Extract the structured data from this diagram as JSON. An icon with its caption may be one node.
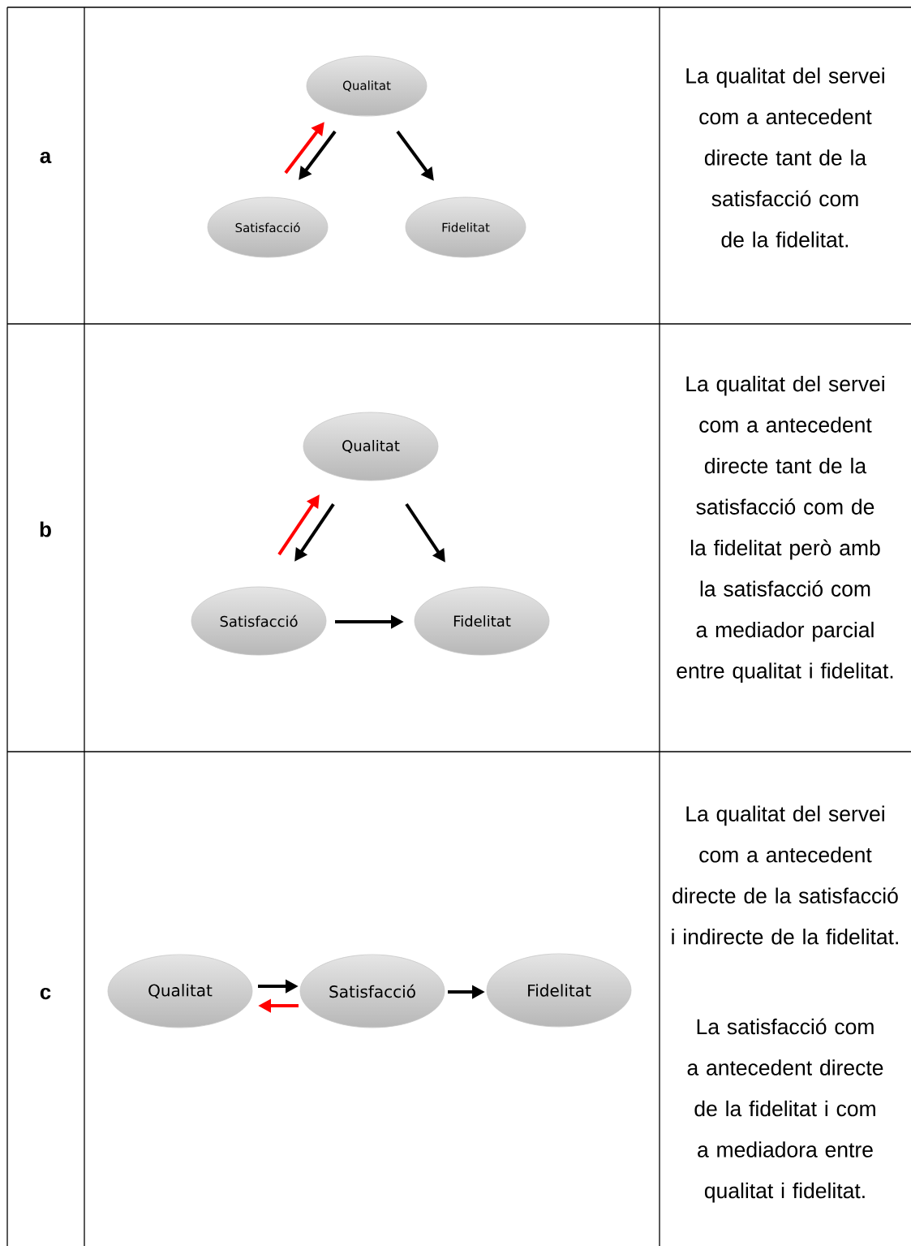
{
  "diagram": {
    "nodes": [
      {
        "text": [
          "Qualitat"
        ]
      },
      {
        "text": [
          "Satisfacció"
        ]
      },
      {
        "text": [
          "Fidelitat"
        ]
      },
      {
        "text": [
          "Qualitat"
        ]
      },
      {
        "text": [
          "Satisfacció"
        ]
      },
      {
        "text": [
          "Fidelitat"
        ]
      },
      {
        "text": [
          "Qualitat"
        ]
      },
      {
        "text": [
          "Satisfacció"
        ]
      },
      {
        "text": [
          "Fidelitat"
        ]
      }
    ],
    "edges": [
      {
        "from": 1,
        "to": 0,
        "arrow": "to",
        "color": "#ff0000"
      },
      {
        "from": 0,
        "to": 1,
        "arrow": "to"
      },
      {
        "from": 0,
        "to": 2,
        "arrow": "to"
      },
      {
        "from": 4,
        "to": 3,
        "arrow": "to",
        "color": "#ff0000"
      },
      {
        "from": 3,
        "to": 4,
        "arrow": "to"
      },
      {
        "from": 3,
        "to": 5,
        "arrow": "to"
      },
      {
        "from": 4,
        "to": 5,
        "arrow": "to"
      },
      {
        "from": 6,
        "to": 7,
        "arrow": "to"
      },
      {
        "from": 7,
        "to": 6,
        "arrow": "to",
        "color": "#ff0000"
      },
      {
        "from": 7,
        "to": 8,
        "arrow": "to"
      }
    ],
    "labels": [
      "a",
      "La qualitat del servei com a antecedent directe tant de la satisfacció com de la fidelitat.",
      "b",
      "La qualitat del servei com a antecedent directe tant de la satisfacció com de la fidelitat però amb la satisfacció com a mediador parcial entre qualitat i fidelitat.",
      "c",
      "La qualitat del servei com a antecedent directe de la satisfacció i indirecte de la fidelitat.",
      "La satisfacció com a antecedent directe de la fidelitat i com a mediadora entre qualitat i fidelitat."
    ]
  }
}
